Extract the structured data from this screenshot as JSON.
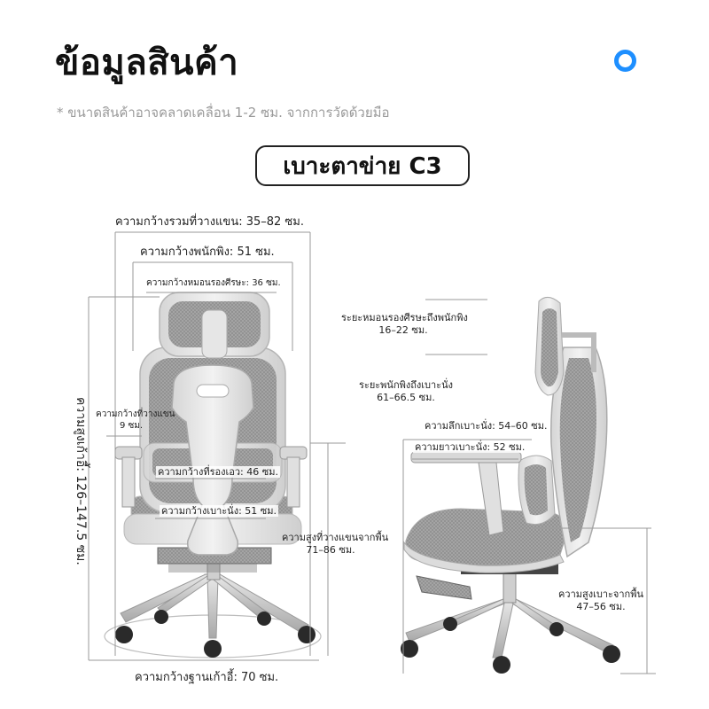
{
  "title": "ข้อมูลสินค้า",
  "note": "* ขนาดสินค้าอาจคลาดเคลื่อน 1-2 ซม. จากการวัดด้วยมือ",
  "model_label": "เบาะตาข่าย C3",
  "brand_color": "#1e8fff",
  "front_view": {
    "total_width": "ความกว้างรวมที่วางแขน: 35–82 ซม.",
    "backrest_width": "ความกว้างพนักพิง: 51 ซม.",
    "headrest_width": "ความกว้างหมอนรองศีรษะ: 36 ซม.",
    "armrest_width_line1": "ความกว้างที่วางแขน",
    "armrest_width_line2": "9 ซม.",
    "lumbar_width": "ความกว้างที่รองเอว: 46 ซม.",
    "seat_width": "ความกว้างเบาะนั่ง: 51 ซม.",
    "total_height": "ความสูงเก้าอี้: 126–147.5 ซม.",
    "armrest_height_line1": "ความสูงที่วางแขนจากพื้น",
    "armrest_height_line2": "71–86 ซม.",
    "base_width": "ความกว้างฐานเก้าอี้: 70 ซม."
  },
  "side_view": {
    "headrest_to_back_line1": "ระยะหมอนรองศีรษะถึงพนักพิง",
    "headrest_to_back_line2": "16–22 ซม.",
    "back_to_seat_line1": "ระยะพนักพิงถึงเบาะนั่ง",
    "back_to_seat_line2": "61–66.5 ซม.",
    "seat_depth": "ความลึกเบาะนั่ง: 54–60 ซม.",
    "seat_length": "ความยาวเบาะนั่ง: 52 ซม.",
    "seat_height_line1": "ความสูงเบาะจากพื้น",
    "seat_height_line2": "47–56 ซม."
  }
}
